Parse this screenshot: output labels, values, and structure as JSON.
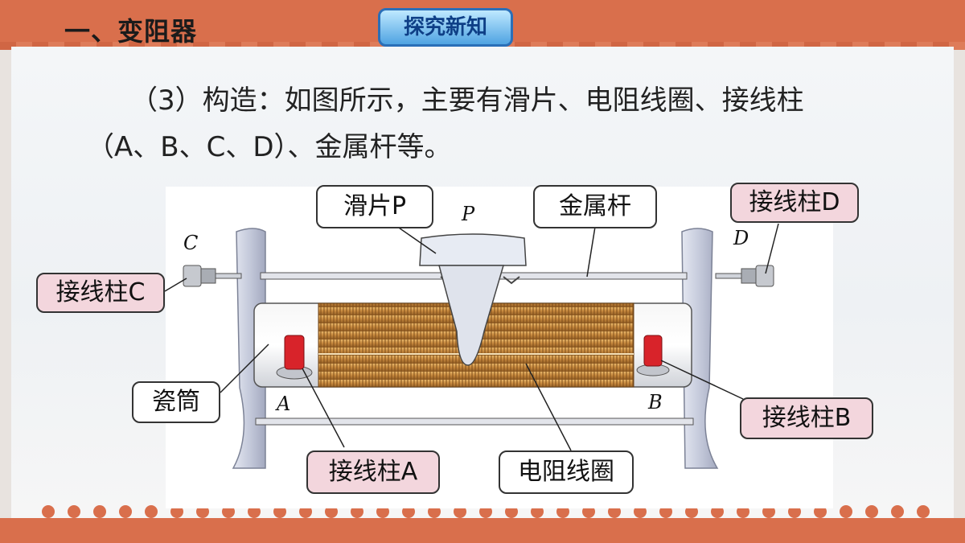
{
  "header": {
    "title": "一、变阻器",
    "badge": "探究新知"
  },
  "content": {
    "line1": "（3）构造：如图所示，主要有滑片、电阻线圈、接线柱",
    "line2": "（A、B、C、D）、金属杆等。"
  },
  "diagram": {
    "letters": {
      "P": "P",
      "C": "C",
      "D": "D",
      "A": "A",
      "B": "B"
    },
    "labels": {
      "slider": "滑片P",
      "rod": "金属杆",
      "terminal_d": "接线柱D",
      "terminal_c": "接线柱C",
      "tube": "瓷筒",
      "terminal_b": "接线柱B",
      "terminal_a": "接线柱A",
      "coil": "电阻线圈"
    }
  },
  "colors": {
    "frame": "#d96f4c",
    "callout_pink": "#f3d6dd",
    "coil": "#c9893f",
    "terminal_red": "#d8232a",
    "stand": "#c7cbdc"
  }
}
